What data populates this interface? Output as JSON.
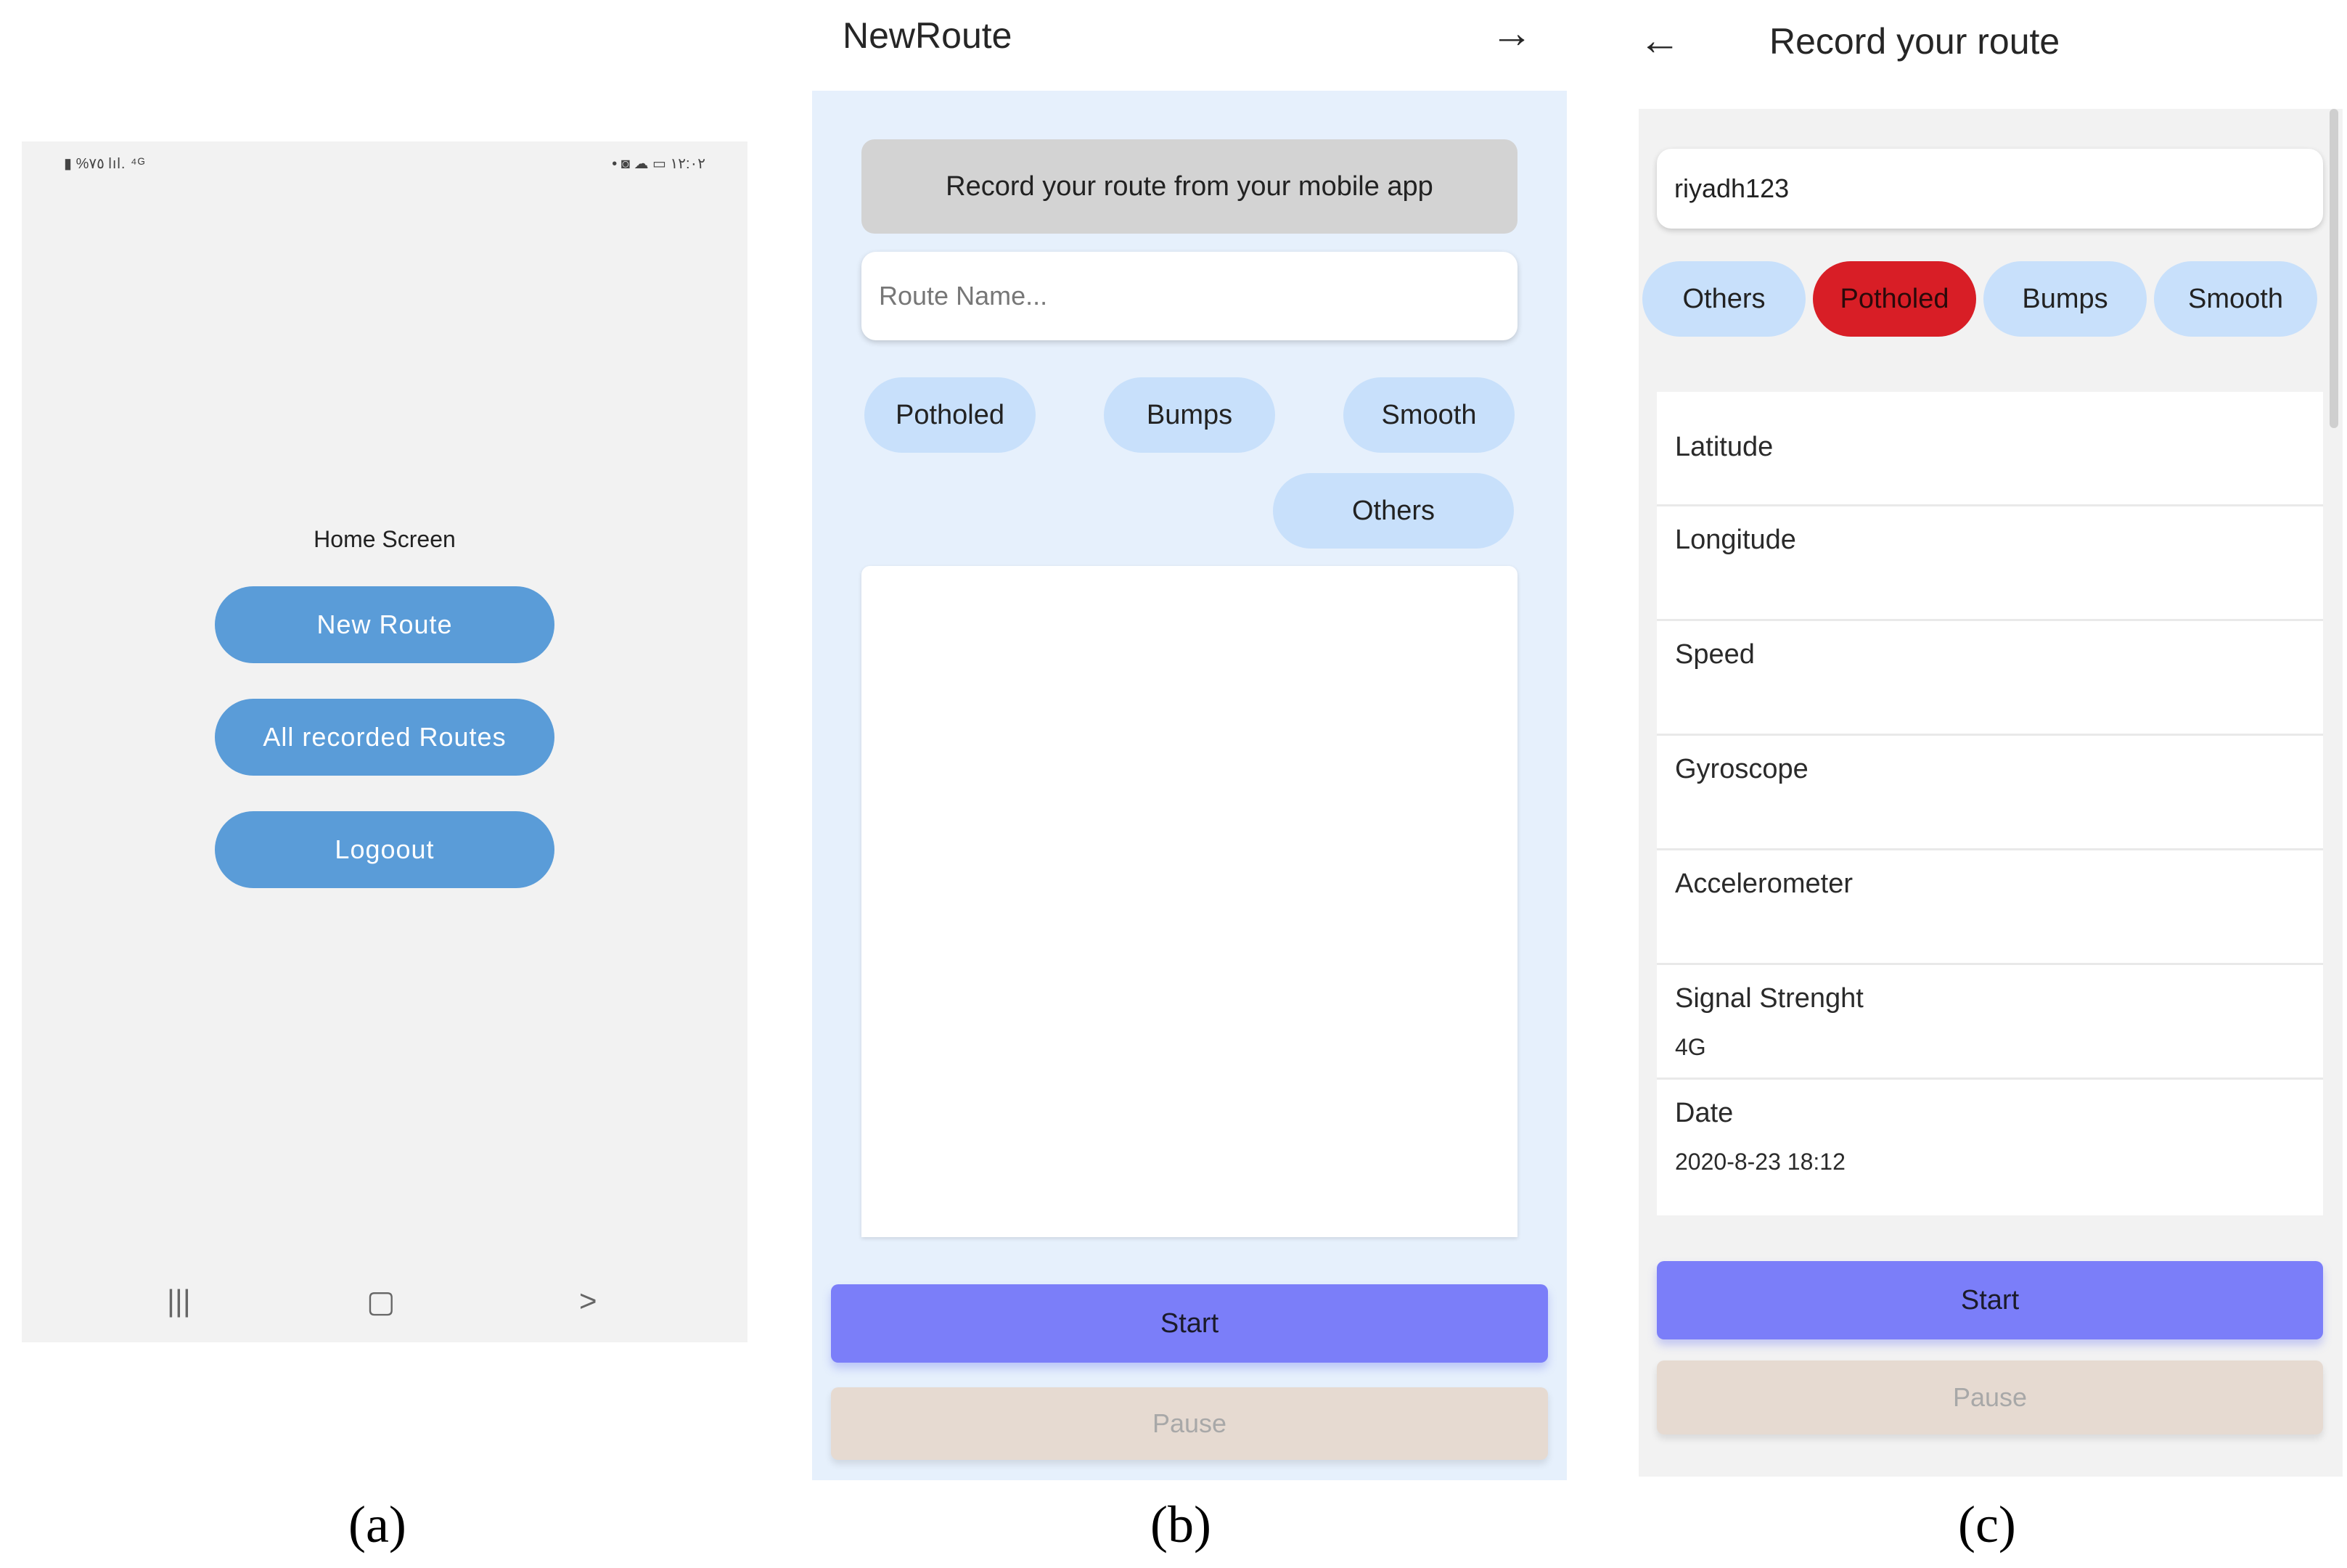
{
  "panel_a": {
    "status_left": "▮ %٧٥  lıl. ⁴ᴳ",
    "status_right": "• ◙ ☁ ▭ ١٢:٠٢",
    "title": "Home Screen",
    "buttons": [
      "New Route",
      "All recorded Routes",
      "Logoout"
    ],
    "nav": [
      "|||",
      "▢",
      ">"
    ],
    "caption": "(a)"
  },
  "panel_b": {
    "header_title": "NewRoute",
    "forward_icon": "→",
    "banner": "Record your route from your mobile app",
    "route_name_placeholder": "Route Name...",
    "chips": [
      "Potholed",
      "Bumps",
      "Smooth",
      "Others"
    ],
    "start_label": "Start",
    "pause_label": "Pause",
    "caption": "(b)"
  },
  "panel_c": {
    "back_icon": "←",
    "header_title": "Record your route",
    "route_name_value": "riyadh123",
    "chips": [
      "Others",
      "Potholed",
      "Bumps",
      "Smooth"
    ],
    "active_chip": "Potholed",
    "active_color": "#d81e26",
    "fields": [
      {
        "label": "Latitude",
        "value": ""
      },
      {
        "label": "Longitude",
        "value": ""
      },
      {
        "label": "Speed",
        "value": ""
      },
      {
        "label": "Gyroscope",
        "value": ""
      },
      {
        "label": "Accelerometer",
        "value": ""
      },
      {
        "label": "Signal Strenght",
        "value": "4G"
      },
      {
        "label": "Date",
        "value": "2020-8-23 18:12"
      }
    ],
    "start_label": "Start",
    "pause_label": "Pause",
    "caption": "(c)"
  },
  "colors": {
    "primary_button": "#5a9cd8",
    "start_button": "#7b7ef9",
    "pause_button": "#e6dad1",
    "chip": "#c8e0fb"
  }
}
